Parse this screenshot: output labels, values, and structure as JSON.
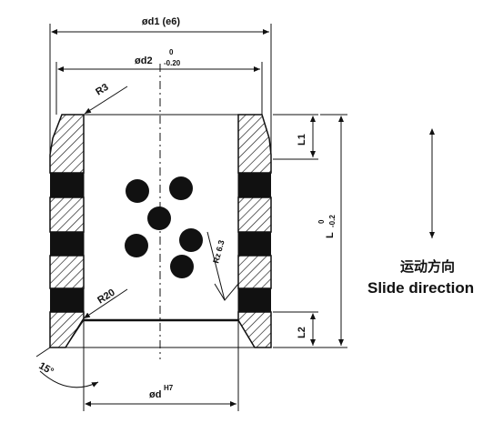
{
  "labels": {
    "od1": "ød1 (e6)",
    "od2_base": "ød2",
    "od2_upper": "0",
    "od2_lower": "-0.20",
    "r3": "R3",
    "r20": "R20",
    "l1": "L1",
    "l2": "L2",
    "l_base": "L",
    "l_upper": "0",
    "l_lower": "-0.2",
    "rz": "Rz 6.3",
    "angle": "15°",
    "od_base": "ød",
    "od_sup": "H7",
    "direction_cn": "运动方向",
    "direction_en": "Slide direction"
  },
  "colors": {
    "ink": "#111111",
    "background": "#ffffff"
  }
}
